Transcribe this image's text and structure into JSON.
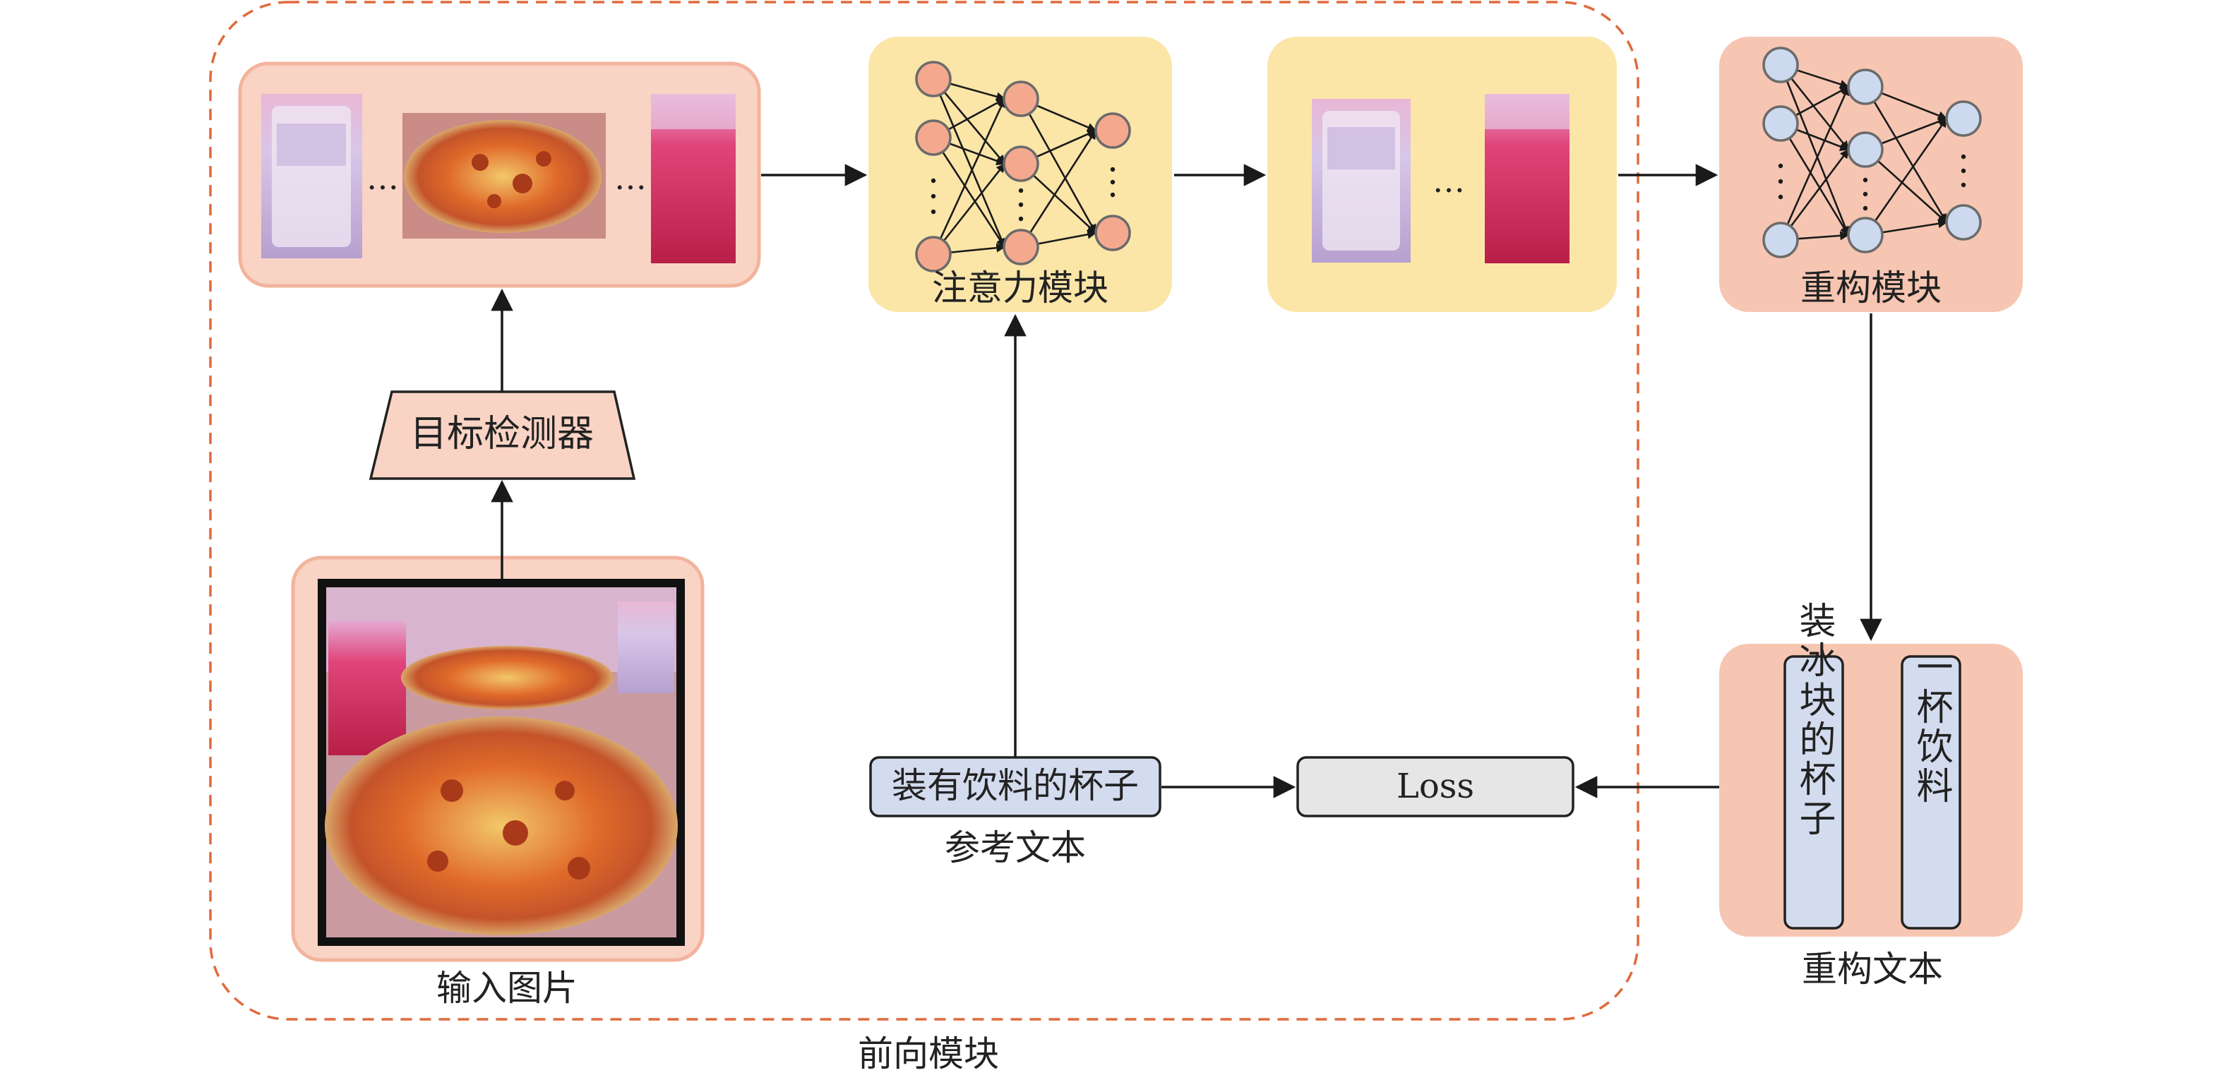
{
  "labels": {
    "input_image": "输入图片",
    "detector": "目标检测器",
    "attention": "注意力模块",
    "reconstruct": "重构模块",
    "reference_text": "装有饮料的杯子",
    "reference_caption": "参考文本",
    "loss": "Loss",
    "recon_text_1": "装冰块的杯子",
    "recon_text_2": "一杯饮料",
    "recon_caption": "重构文本",
    "forward": "前向模块",
    "ellipsis": "…"
  },
  "colors": {
    "salmon_box": "#f9d3c4",
    "salmon_border": "#f3b39c",
    "yellow_box": "#fbe6a8",
    "recon_box": "#f6c6b2",
    "node_orange": "#f4a98e",
    "node_blue": "#cdd9ee",
    "text_box_blue": "#d3dcee",
    "loss_gray": "#e6e6e6",
    "dashed": "#e06a3c"
  }
}
